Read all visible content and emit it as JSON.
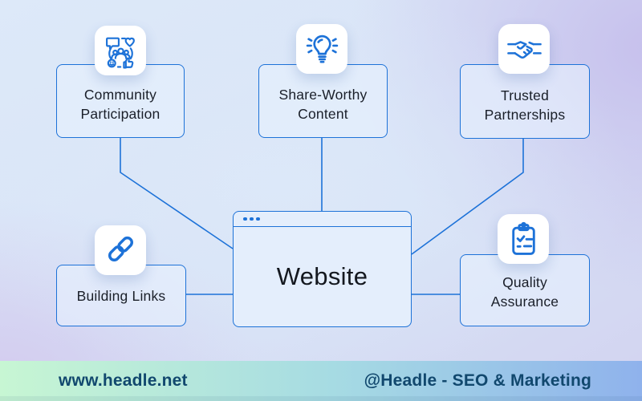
{
  "colors": {
    "accent": "#1d72d8",
    "node_fill": "rgba(231,240,253,0.62)",
    "icon_tile": "#ffffff",
    "label_text": "#1a1f29",
    "footer_text": "#11486e",
    "footer_gradient_left": "#c7f6d3",
    "footer_gradient_mid": "#a6dbe3",
    "footer_gradient_right": "#8fb2ec"
  },
  "diagram": {
    "center": {
      "label": "Website",
      "icon": "browser-window-icon"
    },
    "nodes": [
      {
        "label": "Community Participation",
        "icon": "community-icon"
      },
      {
        "label": "Share-Worthy Content",
        "icon": "lightbulb-icon"
      },
      {
        "label": "Trusted Partnerships",
        "icon": "handshake-icon"
      },
      {
        "label": "Building Links",
        "icon": "chain-link-icon"
      },
      {
        "label": "Quality Assurance",
        "icon": "clipboard-checklist-icon"
      }
    ]
  },
  "footer": {
    "website_url": "www.headle.net",
    "brand_tagline": "@Headle - SEO & Marketing"
  }
}
